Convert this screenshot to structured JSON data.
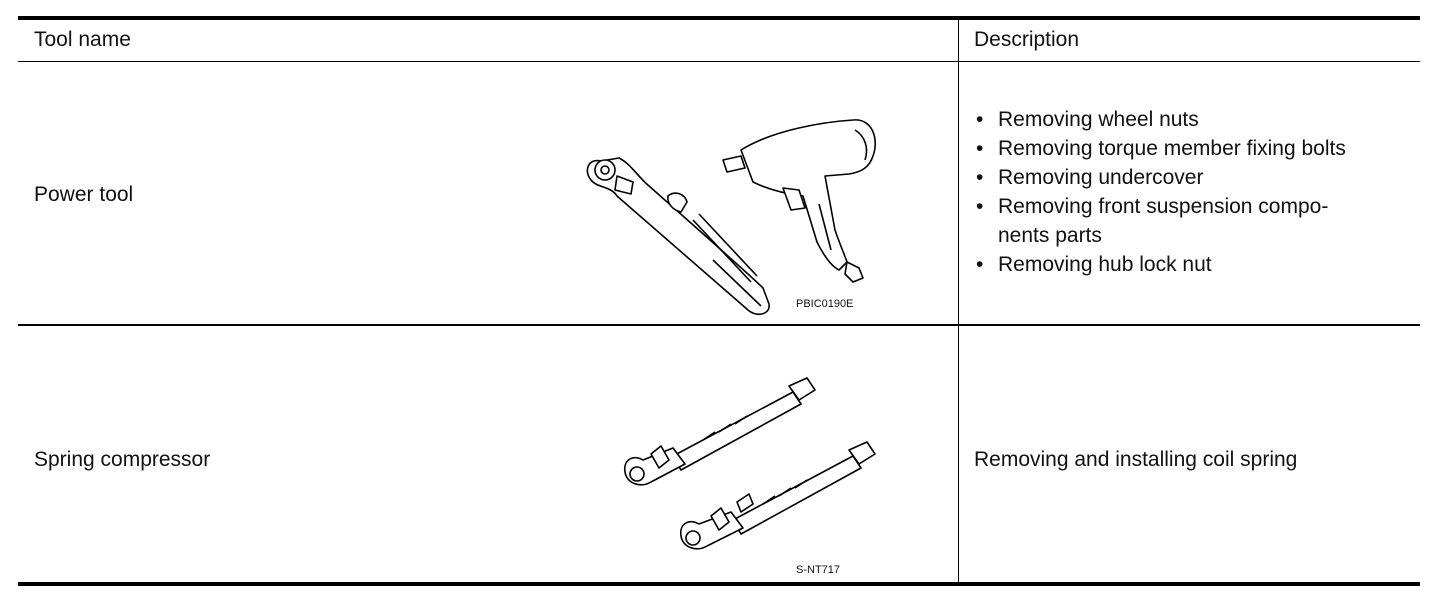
{
  "header": {
    "tool_name": "Tool name",
    "description": "Description"
  },
  "rows": [
    {
      "tool_name": "Power tool",
      "figure_code": "PBIC0190E",
      "description_items": [
        "Removing wheel nuts",
        "Removing torque member fixing bolts",
        "Removing undercover",
        "Removing front suspension compo-\nnents parts",
        "Removing hub lock nut"
      ]
    },
    {
      "tool_name": "Spring compressor",
      "figure_code": "S-NT717",
      "description": "Removing and installing coil spring"
    }
  ]
}
